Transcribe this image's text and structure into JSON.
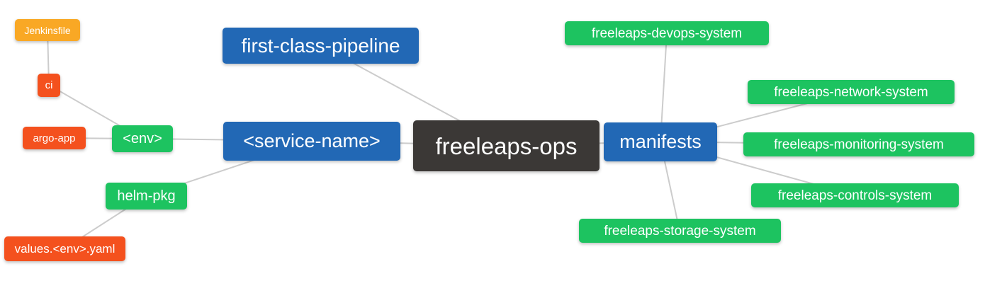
{
  "palette": {
    "blue": "#2268b5",
    "green": "#1dc360",
    "orange": "#f9a825",
    "red": "#f4511e",
    "dark": "#3b3836",
    "edge": "#cccccc"
  },
  "nodes": [
    {
      "id": "jenkinsfile",
      "label": "Jenkinsfile",
      "color": "orange"
    },
    {
      "id": "ci",
      "label": "ci",
      "color": "red"
    },
    {
      "id": "argo-app",
      "label": "argo-app",
      "color": "red"
    },
    {
      "id": "env",
      "label": "<env>",
      "color": "green"
    },
    {
      "id": "helm-pkg",
      "label": "helm-pkg",
      "color": "green"
    },
    {
      "id": "values-env-yaml",
      "label": "values.<env>.yaml",
      "color": "red"
    },
    {
      "id": "first-class-pipeline",
      "label": "first-class-pipeline",
      "color": "blue"
    },
    {
      "id": "service-name",
      "label": "<service-name>",
      "color": "blue"
    },
    {
      "id": "freeleaps-ops",
      "label": "freeleaps-ops",
      "color": "dark"
    },
    {
      "id": "manifests",
      "label": "manifests",
      "color": "blue"
    },
    {
      "id": "freeleaps-devops-system",
      "label": "freeleaps-devops-system",
      "color": "green"
    },
    {
      "id": "freeleaps-network-system",
      "label": "freeleaps-network-system",
      "color": "green"
    },
    {
      "id": "freeleaps-monitoring-system",
      "label": "freeleaps-monitoring-system",
      "color": "green"
    },
    {
      "id": "freeleaps-controls-system",
      "label": "freeleaps-controls-system",
      "color": "green"
    },
    {
      "id": "freeleaps-storage-system",
      "label": "freeleaps-storage-system",
      "color": "green"
    }
  ],
  "edges": [
    [
      "jenkinsfile",
      "ci"
    ],
    [
      "ci",
      "env"
    ],
    [
      "argo-app",
      "env"
    ],
    [
      "env",
      "service-name"
    ],
    [
      "helm-pkg",
      "service-name"
    ],
    [
      "values-env-yaml",
      "helm-pkg"
    ],
    [
      "service-name",
      "freeleaps-ops"
    ],
    [
      "first-class-pipeline",
      "freeleaps-ops"
    ],
    [
      "freeleaps-ops",
      "manifests"
    ],
    [
      "manifests",
      "freeleaps-devops-system"
    ],
    [
      "manifests",
      "freeleaps-network-system"
    ],
    [
      "manifests",
      "freeleaps-monitoring-system"
    ],
    [
      "manifests",
      "freeleaps-controls-system"
    ],
    [
      "manifests",
      "freeleaps-storage-system"
    ]
  ]
}
